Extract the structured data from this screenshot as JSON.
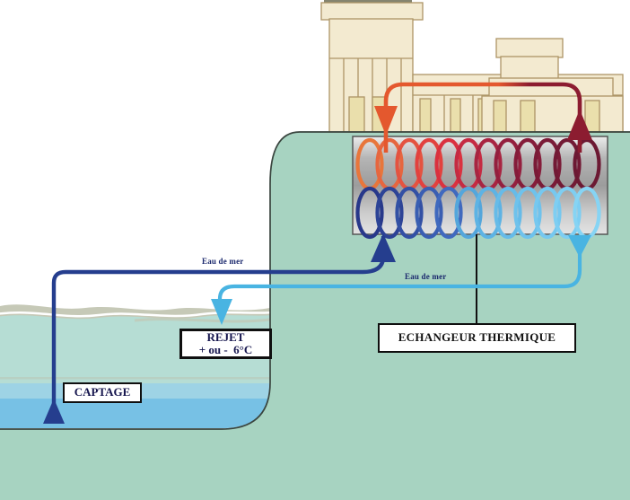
{
  "diagram": {
    "subject": "seawater-heat-exchanger-cross-section"
  },
  "labels": {
    "eau_de_mer_left": "Eau de mer",
    "eau_de_mer_right": "Eau de mer",
    "rejet_line1": "REJET",
    "rejet_line2": "+ ou -  6°C",
    "captage": "CAPTAGE",
    "echangeur": "ECHANGEUR THERMIQUE"
  },
  "colors": {
    "land": "#A7D3C1",
    "land_border": "#3A453F",
    "shore_band": "#C6C9B7",
    "sea_foam": "#B6DDD4",
    "sea_light": "#9ED3E5",
    "sea_mid": "#77C1E5",
    "building_fill": "#F3EAD0",
    "building_stroke": "#AD9566",
    "column_fill": "#EADFAC",
    "chimney_cap_bar": "#85846F",
    "exchanger_border": "#565656",
    "exch_g1": "#ECECEC",
    "exch_g2": "#B5B5B5",
    "exch_g3": "#9C9C9C",
    "exch_g4": "#CCCCCC",
    "exch_g5": "#E3E3E3",
    "pipe_cold_in": "#253E8E",
    "pipe_cold_out": "#49B4E2",
    "pipe_hot_in": "#E4582E",
    "pipe_hot_out": "#8C1C30",
    "pointer_line": "#111111"
  },
  "coils": {
    "hot": [
      "#E8763B",
      "#E6663F",
      "#E45340",
      "#E2413E",
      "#DA313F",
      "#C52A42",
      "#A82441",
      "#941F3E",
      "#851C3A",
      "#7A1B37",
      "#721A35",
      "#6C1933"
    ],
    "cold": [
      "#28388A",
      "#2D4396",
      "#3350A4",
      "#3A5EB2",
      "#4069BE",
      "#54A6DB",
      "#5DB3E4",
      "#66BBE8",
      "#6EC2EC",
      "#76C8EF",
      "#7ECEF2",
      "#86D4F4"
    ]
  }
}
